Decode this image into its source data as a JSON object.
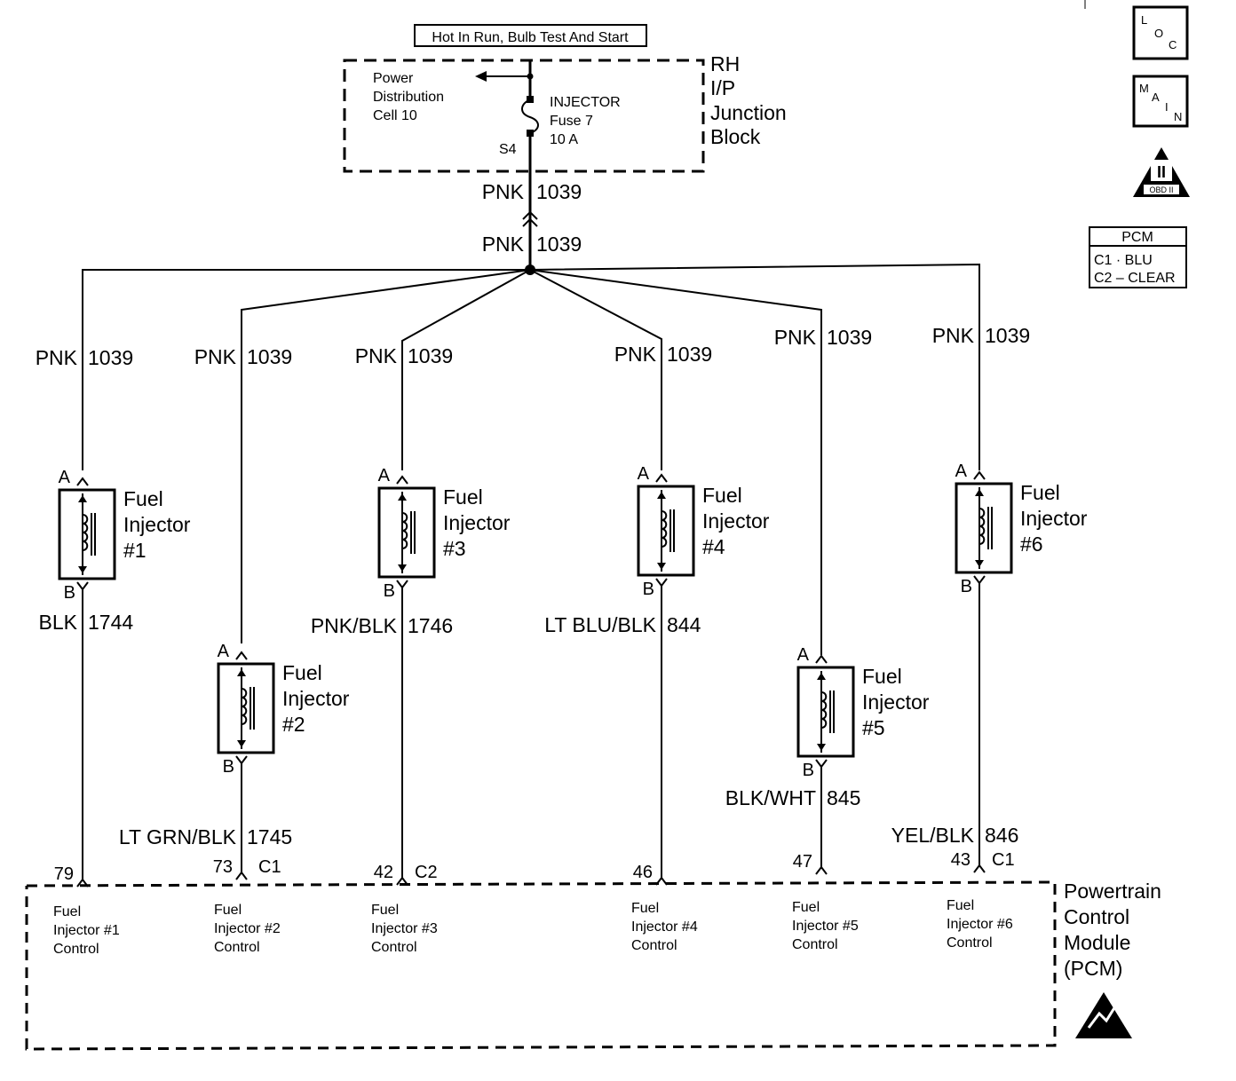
{
  "supply": {
    "title": "Hot In Run, Bulb Test And Start",
    "source": "Power\nDistribution\nCell 10",
    "fuse_name": "INJECTOR",
    "fuse_line": "Fuse 7",
    "fuse_rating": "10 A",
    "terminal": "S4",
    "block_name": "RH\nI/P\nJunction\nBlock",
    "wire_top": "PNK",
    "wire_top_num": "1039",
    "wire_splice": "PNK",
    "wire_splice_num": "1039"
  },
  "side_icons": {
    "loc": [
      "L",
      "O",
      "C"
    ],
    "main": [
      "M",
      "A",
      "I",
      "N"
    ],
    "obd": "OBD II",
    "pcm_title": "PCM",
    "pcm_c1": "C1 · BLU",
    "pcm_c2": "C2 – CLEAR"
  },
  "injectors": [
    {
      "name": "Fuel\nInjector\n#1",
      "feed_color": "PNK",
      "feed_num": "1039",
      "pin_a": "A",
      "pin_b": "B",
      "out_color": "BLK",
      "out_num": "1744",
      "pcm_pin": "79",
      "connector": "",
      "pcm_label": "Fuel\nInjector #1\nControl"
    },
    {
      "name": "Fuel\nInjector\n#2",
      "feed_color": "PNK",
      "feed_num": "1039",
      "pin_a": "A",
      "pin_b": "B",
      "out_color": "LT GRN/BLK",
      "out_num": "1745",
      "pcm_pin": "73",
      "connector": "C1",
      "pcm_label": "Fuel\nInjector #2\nControl"
    },
    {
      "name": "Fuel\nInjector\n#3",
      "feed_color": "PNK",
      "feed_num": "1039",
      "pin_a": "A",
      "pin_b": "B",
      "out_color": "PNK/BLK",
      "out_num": "1746",
      "pcm_pin": "42",
      "connector": "C2",
      "pcm_label": "Fuel\nInjector #3\nControl"
    },
    {
      "name": "Fuel\nInjector\n#4",
      "feed_color": "PNK",
      "feed_num": "1039",
      "pin_a": "A",
      "pin_b": "B",
      "out_color": "LT BLU/BLK",
      "out_num": "844",
      "pcm_pin": "46",
      "connector": "",
      "pcm_label": "Fuel\nInjector #4\nControl"
    },
    {
      "name": "Fuel\nInjector\n#5",
      "feed_color": "PNK",
      "feed_num": "1039",
      "pin_a": "A",
      "pin_b": "B",
      "out_color": "BLK/WHT",
      "out_num": "845",
      "pcm_pin": "47",
      "connector": "",
      "pcm_label": "Fuel\nInjector #5\nControl"
    },
    {
      "name": "Fuel\nInjector\n#6",
      "feed_color": "PNK",
      "feed_num": "1039",
      "pin_a": "A",
      "pin_b": "B",
      "out_color": "YEL/BLK",
      "out_num": "846",
      "pcm_pin": "43",
      "connector": "C1",
      "pcm_label": "Fuel\nInjector #6\nControl"
    }
  ],
  "pcm": {
    "name": "Powertrain\nControl\nModule\n(PCM)"
  }
}
